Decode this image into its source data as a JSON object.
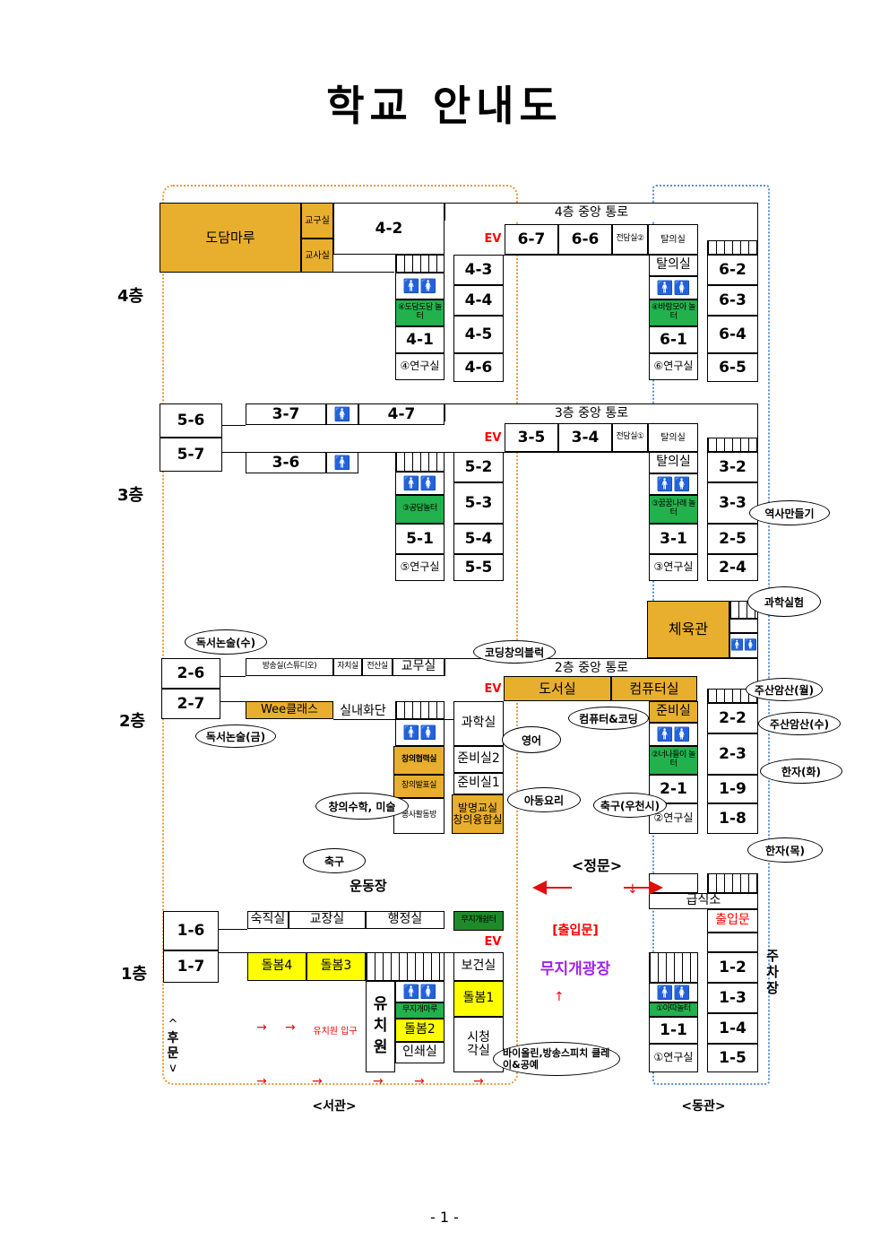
{
  "title": "학교 안내도",
  "page_number": "- 1 -",
  "floors": {
    "f4": "4층",
    "f3": "3층",
    "f2": "2층",
    "f1": "1층"
  },
  "wings": {
    "west": "<서관>",
    "east": "<동관>"
  },
  "f4": {
    "dodammaru": "도담마루",
    "gyogusil": "교구실",
    "gyosasil": "교사실",
    "r4_2": "4-2",
    "corridor": "4층 중앙 통로",
    "ev": "EV",
    "r6_7": "6-7",
    "r6_6": "6-6",
    "counsel2": "전담실②",
    "changing_small": "탈의실",
    "r4_3": "4-3",
    "r4_4": "4-4",
    "r4_5": "4-5",
    "r4_6": "4-6",
    "r4_1": "4-1",
    "lab4": "④연구실",
    "play_dodam": "④도담도담 놀터",
    "changing": "탈의실",
    "play_baram": "④바람모아 놀터",
    "r6_1": "6-1",
    "lab6": "⑥연구실",
    "r6_2": "6-2",
    "r6_3": "6-3",
    "r6_4": "6-4",
    "r6_5": "6-5"
  },
  "f3": {
    "r5_6": "5-6",
    "r5_7": "5-7",
    "r3_7": "3-7",
    "r4_7": "4-7",
    "r3_6": "3-6",
    "corridor": "3층 중앙 통로",
    "ev": "EV",
    "r3_5": "3-5",
    "r3_4": "3-4",
    "counsel1": "전담실①",
    "changing_small": "탈의실",
    "r5_2": "5-2",
    "r5_3": "5-3",
    "r5_4": "5-4",
    "r5_5": "5-5",
    "play_gongdam": "③공담놀터",
    "r5_1": "5-1",
    "lab5": "⑤연구실",
    "changing": "탈의실",
    "play_kkum": "③꿈꿈나래 놀터",
    "r3_1": "3-1",
    "lab3": "③연구실",
    "r3_2": "3-2",
    "r3_3": "3-3",
    "r2_5": "2-5",
    "r2_4": "2-4",
    "gym": "체육관"
  },
  "f2": {
    "r2_6": "2-6",
    "r2_7": "2-7",
    "broadcast": "방송실(스튜디오)",
    "jachi": "자치실",
    "jeonsan": "전산실",
    "teachers": "교무실",
    "corridor": "2층 중앙 통로",
    "ev": "EV",
    "library": "도서실",
    "computer": "컴퓨터실",
    "wee": "Wee클래스",
    "indoor_garden": "실내화단",
    "science": "과학실",
    "prep": "준비실",
    "r2_2": "2-2",
    "creative_collab": "창의협력실",
    "creative_expr": "창의발표실",
    "volunteer": "봉사활동방",
    "prep2": "준비실2",
    "prep1": "준비실1",
    "invention": "발명교실",
    "creative_fusion": "창의융합실",
    "play_neona": "②너나들이 놀터",
    "r2_1": "2-1",
    "lab2": "②연구실",
    "r2_3": "2-3",
    "r1_9": "1-9",
    "r1_8": "1-8"
  },
  "f1": {
    "r1_6": "1-6",
    "r1_7": "1-7",
    "night": "숙직실",
    "principal": "교장실",
    "admin": "행정실",
    "mujigae_shelter": "무지개쉼터",
    "ev": "EV",
    "health": "보건실",
    "dolbom4": "돌봄4",
    "dolbom3": "돌봄3",
    "kinder": "유치원",
    "mujigae_maru": "무지개마루",
    "dolbom1": "돌봄1",
    "dolbom2": "돌봄2",
    "print": "인쇄실",
    "av": "시청각실",
    "cafeteria": "급식소",
    "entrance": "출입문",
    "entrance_bracket": "[출입문]",
    "plaza": "무지개광장",
    "r1_2": "1-2",
    "r1_3": "1-3",
    "play_ata": "①아따놀터",
    "r1_1": "1-1",
    "r1_4": "1-4",
    "lab1": "①연구실",
    "r1_5": "1-5",
    "parking": "주차장",
    "back_gate": "후문",
    "main_gate": "<정문>",
    "playground": "운동장",
    "kinder_entrance": "유치원 입구"
  },
  "bubbles": {
    "history": "역사만들기",
    "science_exp": "과학실험",
    "reading_wed": "독서논술(수)",
    "coding_block": "코딩창의블럭",
    "abacus_mon": "주산암산(월)",
    "abacus_wed": "주산암산(수)",
    "computer_coding": "컴퓨터&코딩",
    "english": "영어",
    "reading_fri": "독서논술(금)",
    "hanja_tue": "한자(화)",
    "creative_math": "창의수학, 미술",
    "kids_cooking": "아동요리",
    "soccer_woo": "축구(우천시)",
    "hanja_thu": "한자(목)",
    "soccer": "축구",
    "violin": "바이올린,방송스피치 클레이&공예"
  },
  "colors": {
    "orange_room": "#e8ae2d",
    "green_room": "#22b14c",
    "yellow_room": "#ffff00",
    "west_outline": "#e69a3c",
    "east_outline": "#5b8fd1",
    "ev": "#ff0000",
    "plaza": "#a020f0"
  }
}
